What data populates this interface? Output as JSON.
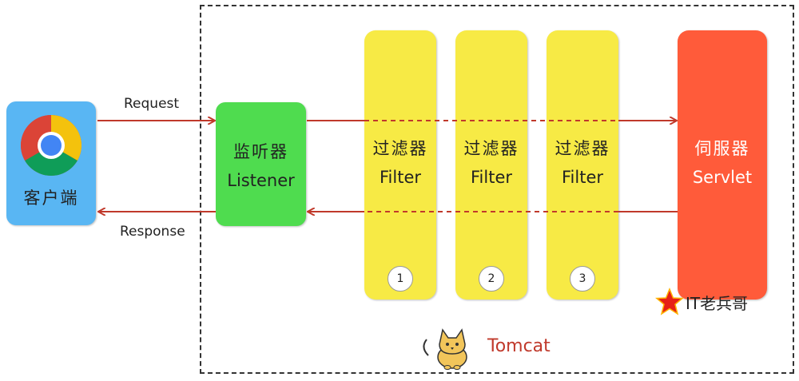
{
  "client": {
    "label": "客户端",
    "icon": "chrome-browser-icon"
  },
  "edges": {
    "request": "Request",
    "response": "Response"
  },
  "listener": {
    "label_cn": "监听器",
    "label_en": "Listener"
  },
  "filters": [
    {
      "label_cn": "过滤器",
      "label_en": "Filter",
      "number": "1"
    },
    {
      "label_cn": "过滤器",
      "label_en": "Filter",
      "number": "2"
    },
    {
      "label_cn": "过滤器",
      "label_en": "Filter",
      "number": "3"
    }
  ],
  "servlet": {
    "label_cn": "伺服器",
    "label_en": "Servlet"
  },
  "container": {
    "label": "Tomcat",
    "icon": "tomcat-cat-icon"
  },
  "watermark": {
    "text": "IT老兵哥",
    "icon": "red-star-icon"
  },
  "colors": {
    "client": "#59b6f3",
    "listener": "#4fdc4f",
    "filter": "#f7ea45",
    "servlet": "#ff5b3a",
    "arrow": "#c0392b",
    "tomcat_text": "#c0392b"
  }
}
